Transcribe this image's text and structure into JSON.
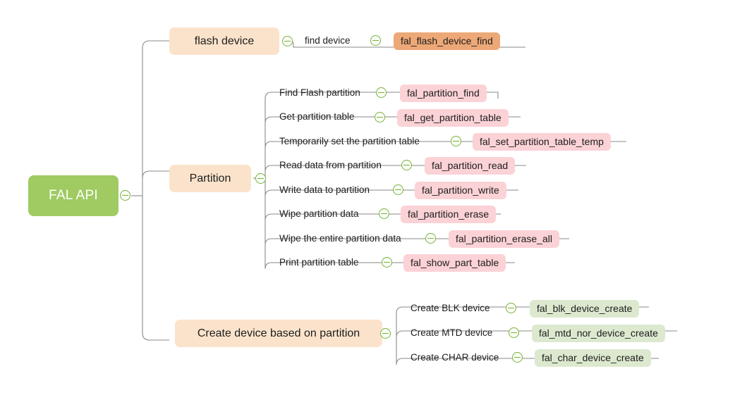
{
  "diagram": {
    "title": "FAL API",
    "type": "mind-map",
    "colors": {
      "root": "#9fcb62",
      "topic": "#fbe3cb",
      "badge_orange": "#eda877",
      "badge_pink": "#fbd2d6",
      "badge_green": "#dde9cf",
      "connector": "#8a8a8a",
      "collapse_icon": "#78b23c",
      "background": "#ffffff"
    },
    "icons": {
      "collapse": "circle-minus-icon"
    }
  },
  "root": {
    "label": "FAL API"
  },
  "branches": [
    {
      "id": "flash-device",
      "label": "flash device",
      "children": [
        {
          "label": "find device",
          "badge": "fal_flash_device_find",
          "badge_color": "orange"
        }
      ]
    },
    {
      "id": "partition",
      "label": "Partition",
      "children": [
        {
          "label": "Find Flash partition",
          "badge": "fal_partition_find",
          "badge_color": "pink"
        },
        {
          "label": "Get partition table",
          "badge": "fal_get_partition_table",
          "badge_color": "pink"
        },
        {
          "label": "Temporarily set the partition table",
          "badge": "fal_set_partition_table_temp",
          "badge_color": "pink"
        },
        {
          "label": "Read data from partition",
          "badge": "fal_partition_read",
          "badge_color": "pink"
        },
        {
          "label": "Write data to partition",
          "badge": "fal_partition_write",
          "badge_color": "pink"
        },
        {
          "label": "Wipe partition data",
          "badge": "fal_partition_erase",
          "badge_color": "pink"
        },
        {
          "label": "Wipe the entire partition data",
          "badge": "fal_partition_erase_all",
          "badge_color": "pink"
        },
        {
          "label": "Print partition table",
          "badge": "fal_show_part_table",
          "badge_color": "pink"
        }
      ]
    },
    {
      "id": "create-device",
      "label": "Create device based on partition",
      "children": [
        {
          "label": "Create BLK device",
          "badge": "fal_blk_device_create",
          "badge_color": "green"
        },
        {
          "label": "Create MTD device",
          "badge": "fal_mtd_nor_device_create",
          "badge_color": "green"
        },
        {
          "label": "Create CHAR device",
          "badge": "fal_char_device_create",
          "badge_color": "green"
        }
      ]
    }
  ]
}
